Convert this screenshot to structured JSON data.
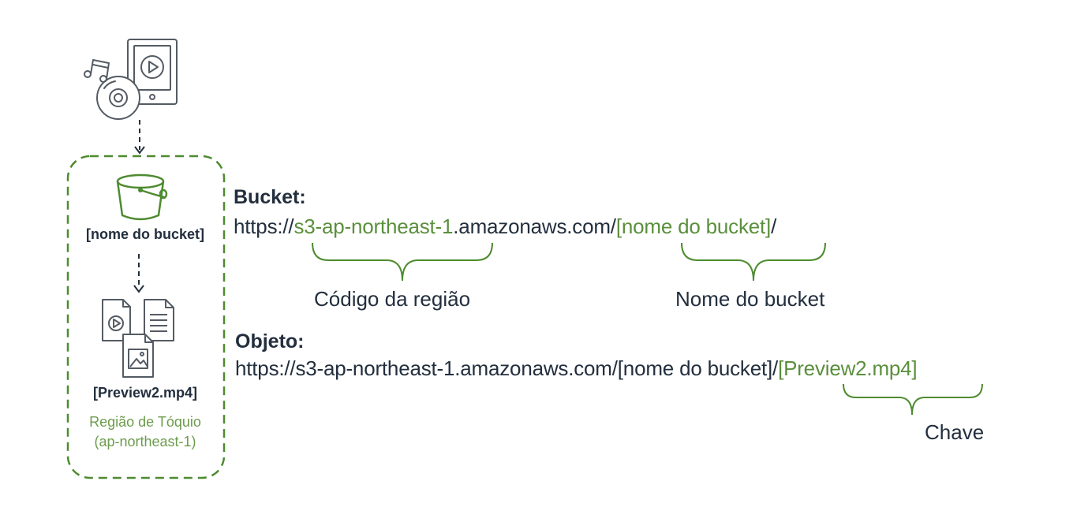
{
  "left_panel": {
    "bucket_name": "[nome do bucket]",
    "object_name": "[Preview2.mp4]",
    "region_label": "Região de Tóquio",
    "region_code": "(ap-northeast-1)"
  },
  "bucket_section": {
    "heading": "Bucket:",
    "url_prefix": "https://",
    "url_region": "s3-ap-northeast-1",
    "url_domain": ".amazonaws.com/",
    "url_bucket": "[nome do bucket]",
    "url_suffix": "/",
    "region_brace_label": "Código da região",
    "bucket_brace_label": "Nome do bucket"
  },
  "object_section": {
    "heading": "Objeto:",
    "url_base": "https://s3-ap-northeast-1.amazonaws.com/[nome do bucket]/",
    "url_key": "[Preview2.mp4]",
    "key_brace_label": "Chave"
  },
  "colors": {
    "accent_green": "#5a8f3c",
    "text_dark": "#232f3e",
    "icon_gray": "#545b64"
  },
  "icons": [
    "media-devices-icon",
    "s3-bucket-icon",
    "objects-files-icon"
  ]
}
